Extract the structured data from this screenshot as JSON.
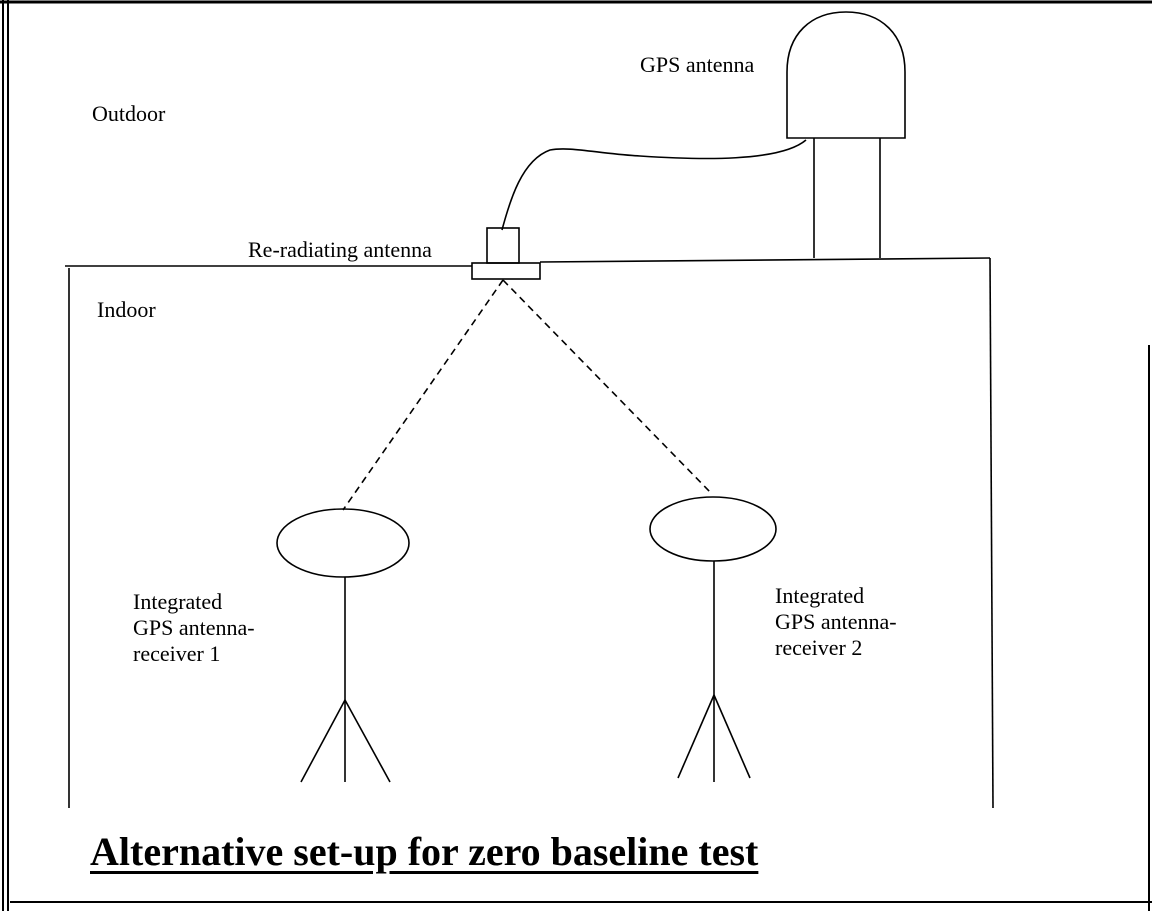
{
  "labels": {
    "outdoor": "Outdoor",
    "indoor": "Indoor",
    "gps_antenna": "GPS antenna",
    "reradiating_antenna": "Re-radiating antenna",
    "receiver1": [
      "Integrated",
      "GPS antenna-",
      "receiver 1"
    ],
    "receiver2": [
      "Integrated",
      "GPS antenna-",
      "receiver 2"
    ]
  },
  "title": "Alternative set-up for zero baseline test"
}
